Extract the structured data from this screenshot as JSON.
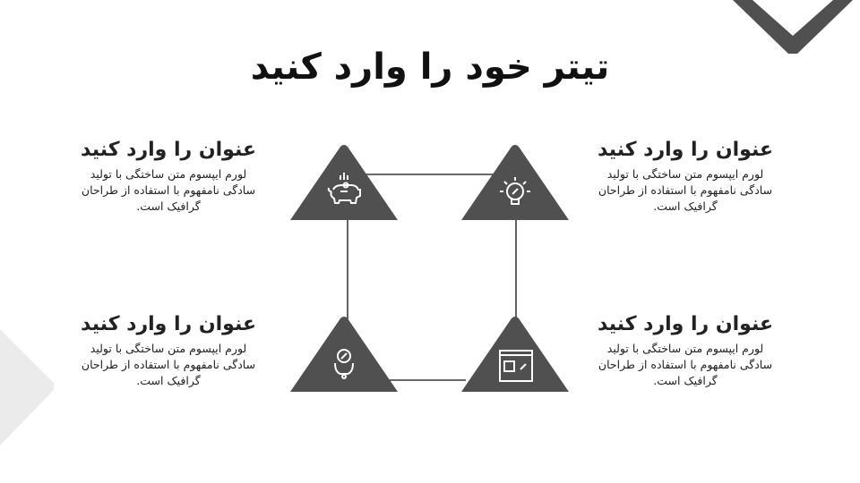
{
  "title": "تیتر خود را وارد کنید",
  "items": [
    {
      "heading": "عنوان را وارد کنید",
      "body": "لورم ایپسوم متن ساختگی با تولید سادگی نامفهوم با استفاده از طراحان گرافیک است.",
      "icon": "piggy-bank-icon"
    },
    {
      "heading": "عنوان را وارد کنید",
      "body": "لورم ایپسوم متن ساختگی با تولید سادگی نامفهوم با استفاده از طراحان گرافیک است.",
      "icon": "lightbulb-percent-icon"
    },
    {
      "heading": "عنوان را وارد کنید",
      "body": "لورم ایپسوم متن ساختگی با تولید سادگی نامفهوم با استفاده از طراحان گرافیک است.",
      "icon": "percent-hand-icon"
    },
    {
      "heading": "عنوان را وارد کنید",
      "body": "لورم ایپسوم متن ساختگی با تولید سادگی نامفهوم با استفاده از طراحان گرافیک است.",
      "icon": "browser-discount-icon"
    }
  ],
  "colors": {
    "dark": "#505050",
    "light": "#ebebeb",
    "text": "#222222"
  }
}
